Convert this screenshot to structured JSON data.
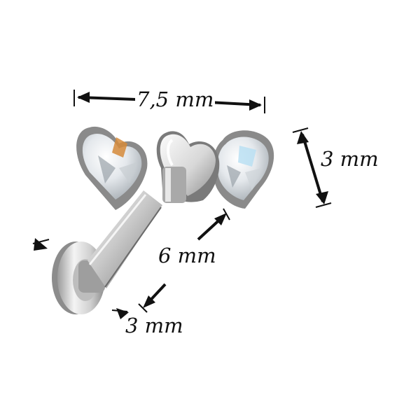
{
  "product": {
    "name": "heart-cz-labret-stud"
  },
  "dimensions": {
    "width_label": "7,5 mm",
    "height_label": "3 mm",
    "post_label": "6 mm",
    "base_label": "3 mm"
  },
  "colors": {
    "background": "#ffffff",
    "steel_light": "#f2f2f2",
    "steel_mid": "#b8b8b8",
    "steel_dark": "#6e6e6e",
    "crystal": "#e9eef2",
    "arrow": "#111111"
  }
}
